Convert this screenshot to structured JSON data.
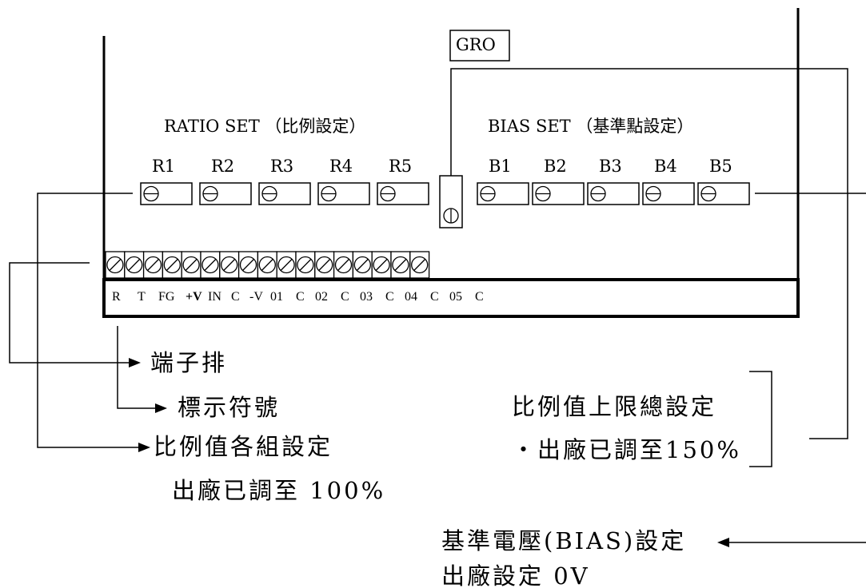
{
  "gro_label": "GRO",
  "ratio_section": "RATIO SET （比例設定）",
  "bias_section": "BIAS SET （基準點設定）",
  "ratio_pots": [
    "R1",
    "R2",
    "R3",
    "R4",
    "R5"
  ],
  "bias_pots": [
    "B1",
    "B2",
    "B3",
    "B4",
    "B5"
  ],
  "terminal_labels": [
    "R",
    "T",
    "FG",
    "+V",
    "IN",
    "C",
    "-V",
    "01",
    "C",
    "02",
    "C",
    "03",
    "C",
    "04",
    "C",
    "05",
    "C"
  ],
  "annotations": {
    "terminal_block": "端子排",
    "marking": "標示符號",
    "ratio_group_1": "比例值各組設定",
    "ratio_group_2": "出廠已調至 100%",
    "ratio_limit_1": "比例值上限總設定",
    "ratio_limit_2": "・出廠已調至150%",
    "bias_voltage_1": "基準電壓(BIAS)設定",
    "bias_voltage_2": "出廠設定 0V"
  }
}
